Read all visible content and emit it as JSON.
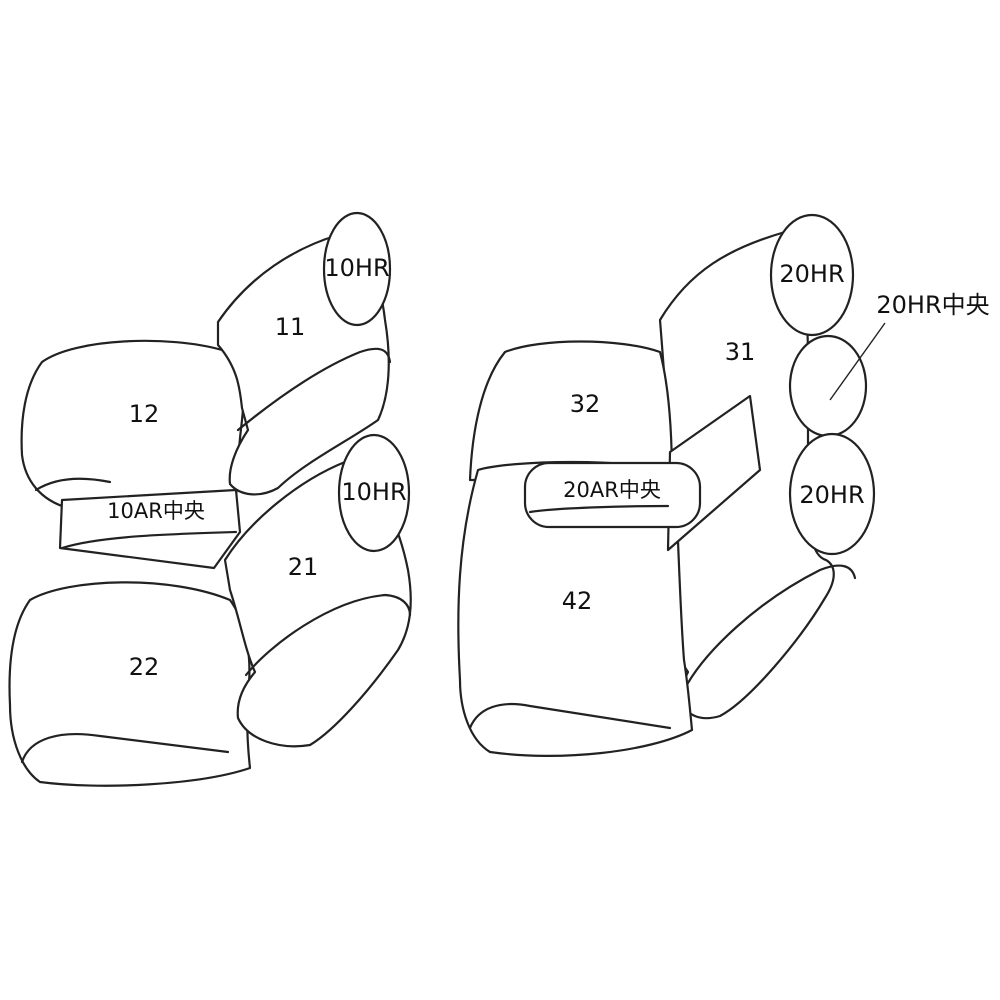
{
  "labels": {
    "hr_10_top": "10HR",
    "seat_11": "11",
    "seat_12": "12",
    "ar_10_center": "10AR中央",
    "hr_10_bottom": "10HR",
    "seat_21": "21",
    "seat_22": "22",
    "hr_20_top": "20HR",
    "hr_20_center_callout": "20HR中央",
    "seat_31": "31",
    "seat_32": "32",
    "ar_20_center": "20AR中央",
    "hr_20_bottom": "20HR",
    "seat_42": "42"
  }
}
